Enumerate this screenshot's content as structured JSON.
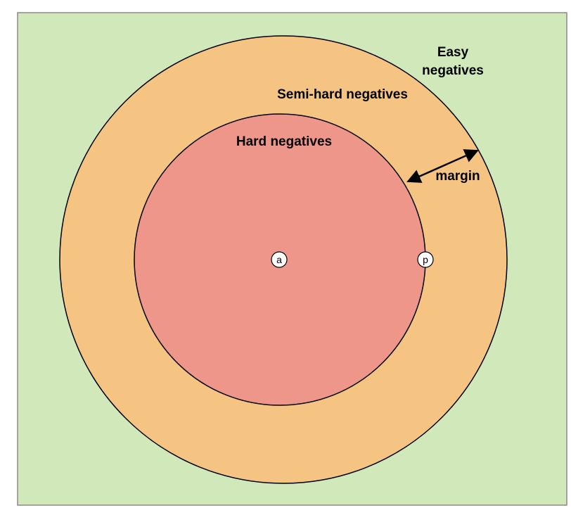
{
  "labels": {
    "easy_line1": "Easy",
    "easy_line2": "negatives",
    "semi_hard": "Semi-hard negatives",
    "hard": "Hard negatives",
    "margin": "margin"
  },
  "points": {
    "anchor": "a",
    "positive": "p"
  },
  "colors": {
    "easy_region": "#d1e8bb",
    "semi_hard_region": "#f5c482",
    "hard_region": "#ee968a",
    "frame_border": "#8a8a8a",
    "outline": "#000000",
    "point_fill": "#ffffff"
  }
}
